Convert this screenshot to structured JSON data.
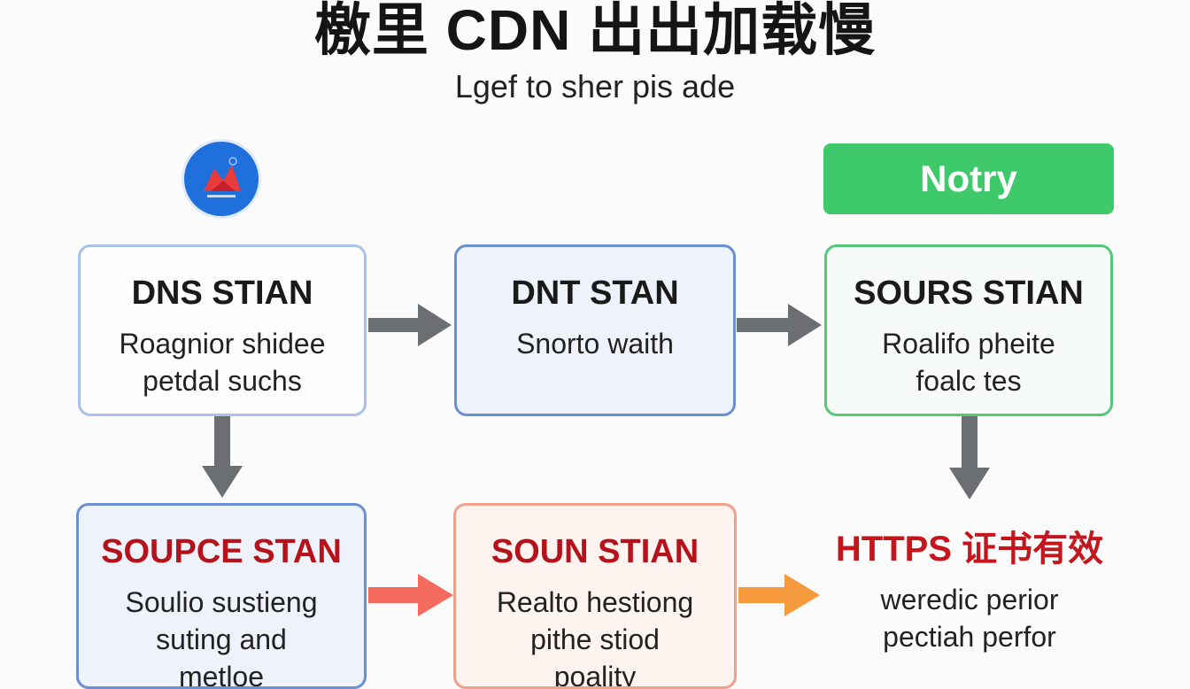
{
  "title": "檄里 CDN 出出加载慢",
  "subtitle": "Lgef to sher pis ade",
  "notry_button": "Notry",
  "colors": {
    "accent_green": "#3ec96b",
    "accent_blue": "#1f6fdc",
    "alert_red": "#b5121b",
    "arrow_gray": "#6b6f72",
    "arrow_red": "#f26b5c",
    "arrow_orange": "#f59a3d"
  },
  "icons": {
    "logo": "cdn-logo-icon"
  },
  "nodes": [
    {
      "heading": "DNS STIAN",
      "line1": "Roagnior shidee",
      "line2": "petdal suchs"
    },
    {
      "heading": "DNT STAN",
      "line1": "Snorto waith",
      "line2": ""
    },
    {
      "heading": "SOURS STIAN",
      "line1": "Roalifo pheite",
      "line2": "foalc tes"
    },
    {
      "heading": "SOUPCE STAN",
      "line1": "Soulio sustieng",
      "line2": "suting and",
      "line3": "metloe"
    },
    {
      "heading": "SOUN STIAN",
      "line1": "Realto hestiong",
      "line2": "pithe stiod",
      "line3": "poality"
    },
    {
      "heading": "HTTPS 证书有效",
      "line1": "weredic perior",
      "line2": "pectiah perfor"
    }
  ]
}
